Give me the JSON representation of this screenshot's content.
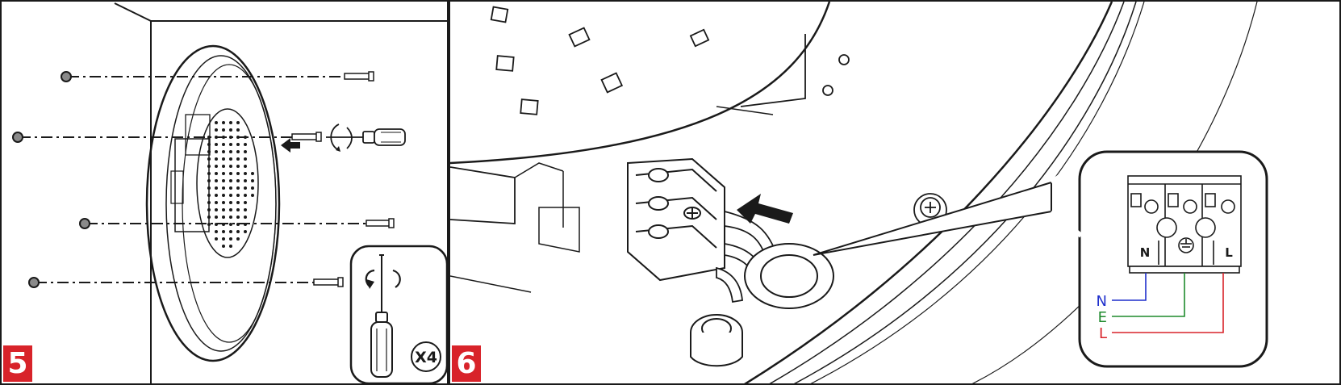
{
  "steps": [
    {
      "number": "5",
      "tool_quantity": "X4"
    },
    {
      "number": "6",
      "terminal_labels": [
        "N",
        "E",
        "L"
      ],
      "wire_labels": [
        "N",
        "E",
        "L"
      ]
    }
  ],
  "colors": {
    "step_badge": "#d8232a",
    "neutral_wire": "#1f2fcc",
    "earth_wire": "#1e8a2c",
    "live_wire": "#d8232a",
    "line_art": "#1a1a1a"
  },
  "icons": [
    "screwdriver-icon",
    "rotate-arrow-icon",
    "push-arrow-icon",
    "earth-symbol-icon"
  ]
}
